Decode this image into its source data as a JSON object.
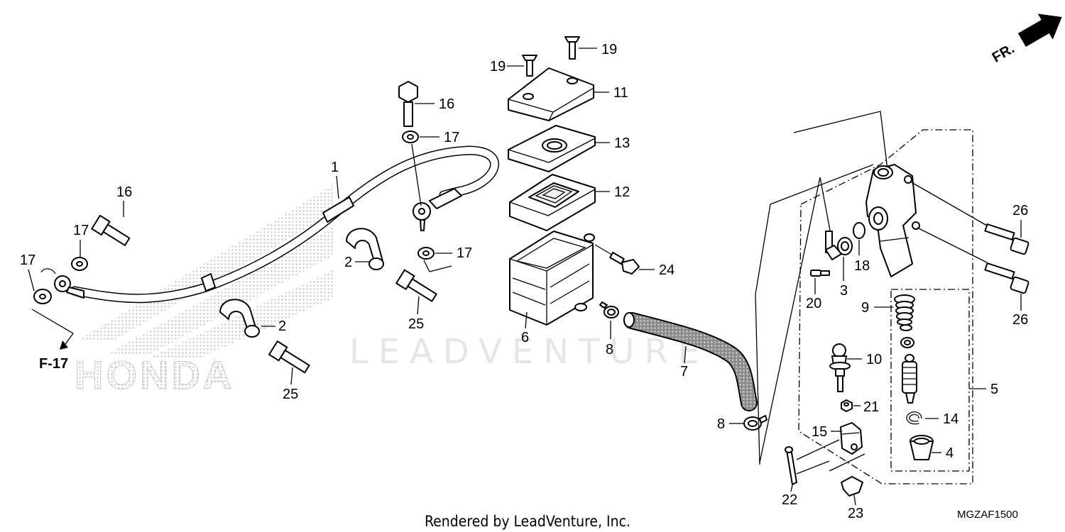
{
  "diagram": {
    "watermark_text": "LEADVENTURE",
    "logo_text": "HONDA",
    "direction_label": "FR.",
    "reference_label": "F-17",
    "footer_text": "Rendered by LeadVenture, Inc.",
    "diagram_code": "MGZAF1500"
  },
  "callouts": {
    "c1": "1",
    "c2a": "2",
    "c2b": "2",
    "c3": "3",
    "c4": "4",
    "c5": "5",
    "c6": "6",
    "c7": "7",
    "c8a": "8",
    "c8b": "8",
    "c9": "9",
    "c10": "10",
    "c11": "11",
    "c12": "12",
    "c13": "13",
    "c14": "14",
    "c15": "15",
    "c16a": "16",
    "c16b": "16",
    "c17a": "17",
    "c17b": "17",
    "c17c": "17",
    "c17d": "17",
    "c18": "18",
    "c19a": "19",
    "c19b": "19",
    "c20": "20",
    "c21": "21",
    "c22": "22",
    "c23": "23",
    "c24": "24",
    "c25a": "25",
    "c25b": "25",
    "c26a": "26",
    "c26b": "26"
  },
  "colors": {
    "line": "#000000",
    "watermark": "#e6e6e6",
    "logo_dots": "#bdbdbd"
  }
}
